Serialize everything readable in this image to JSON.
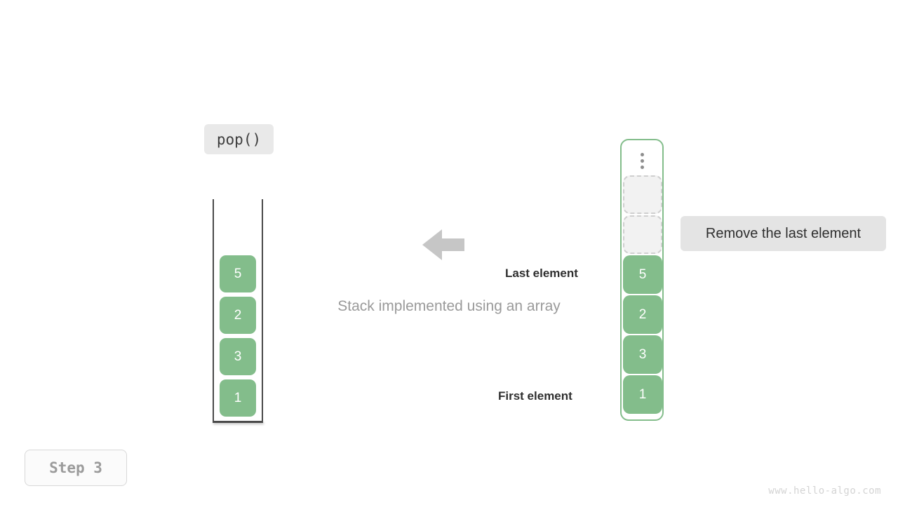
{
  "operation": {
    "label": "pop()"
  },
  "caption": {
    "text": "Stack implemented using an array"
  },
  "annotations": {
    "last_element": "Last element",
    "first_element": "First element"
  },
  "tooltip": {
    "text": "Remove the last element"
  },
  "step": {
    "label": "Step 3"
  },
  "watermark": {
    "text": "www.hello-algo.com"
  },
  "stack": {
    "name": "stack-container",
    "cells": [
      {
        "value": "5"
      },
      {
        "value": "2"
      },
      {
        "value": "3"
      },
      {
        "value": "1"
      }
    ]
  },
  "array": {
    "name": "array-container",
    "ellipsis_icon": "vertical-ellipsis-icon",
    "cells": [
      {
        "value": "",
        "state": "empty"
      },
      {
        "value": "",
        "state": "empty"
      },
      {
        "value": "5",
        "state": "filled"
      },
      {
        "value": "2",
        "state": "filled"
      },
      {
        "value": "3",
        "state": "filled"
      },
      {
        "value": "1",
        "state": "filled"
      }
    ]
  },
  "arrow": {
    "icon": "arrow-left-icon",
    "direction": "left"
  },
  "colors": {
    "cell_fill": "#83bd8b",
    "cell_text": "#ffffff",
    "empty_fill": "#f2f2f2",
    "empty_border": "#cfcfcf",
    "container_border": "#83bd8b",
    "badge_bg": "#e9e9e9",
    "tooltip_bg": "#e4e4e4",
    "arrow_fill": "#c6c6c6",
    "caption_text": "#9a9a9a",
    "step_text": "#9b9b9b",
    "watermark_text": "#d4d4d4",
    "stack_wall": "#4a4a4a"
  }
}
